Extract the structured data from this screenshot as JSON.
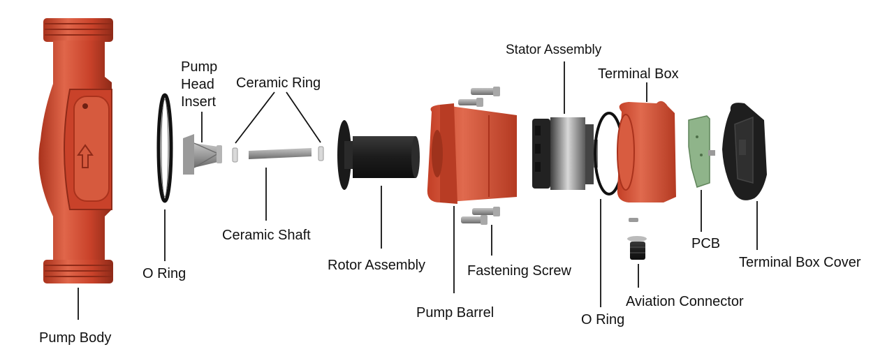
{
  "labels": {
    "pump_body": "Pump Body",
    "o_ring_left": "O Ring",
    "pump_head_insert_line1": "Pump",
    "pump_head_insert_line2": "Head",
    "pump_head_insert_line3": "Insert",
    "ceramic_ring": "Ceramic Ring",
    "ceramic_shaft": "Ceramic Shaft",
    "rotor_assembly": "Rotor Assembly",
    "pump_barrel": "Pump Barrel",
    "fastening_screw": "Fastening Screw",
    "stator_assembly": "Stator Assembly",
    "terminal_box": "Terminal Box",
    "o_ring_right": "O Ring",
    "aviation_connector": "Aviation Connector",
    "pcb": "PCB",
    "terminal_box_cover": "Terminal Box Cover"
  },
  "colors": {
    "cast_red": "#c9422a",
    "cast_red_light": "#e0664a",
    "cast_red_dark": "#8e2a18",
    "barrel_red": "#cc4a30",
    "grey_part": "#8e8e8e",
    "dark_part": "#262626",
    "pcb_green": "#8fb48a",
    "leader_line": "#111111"
  }
}
